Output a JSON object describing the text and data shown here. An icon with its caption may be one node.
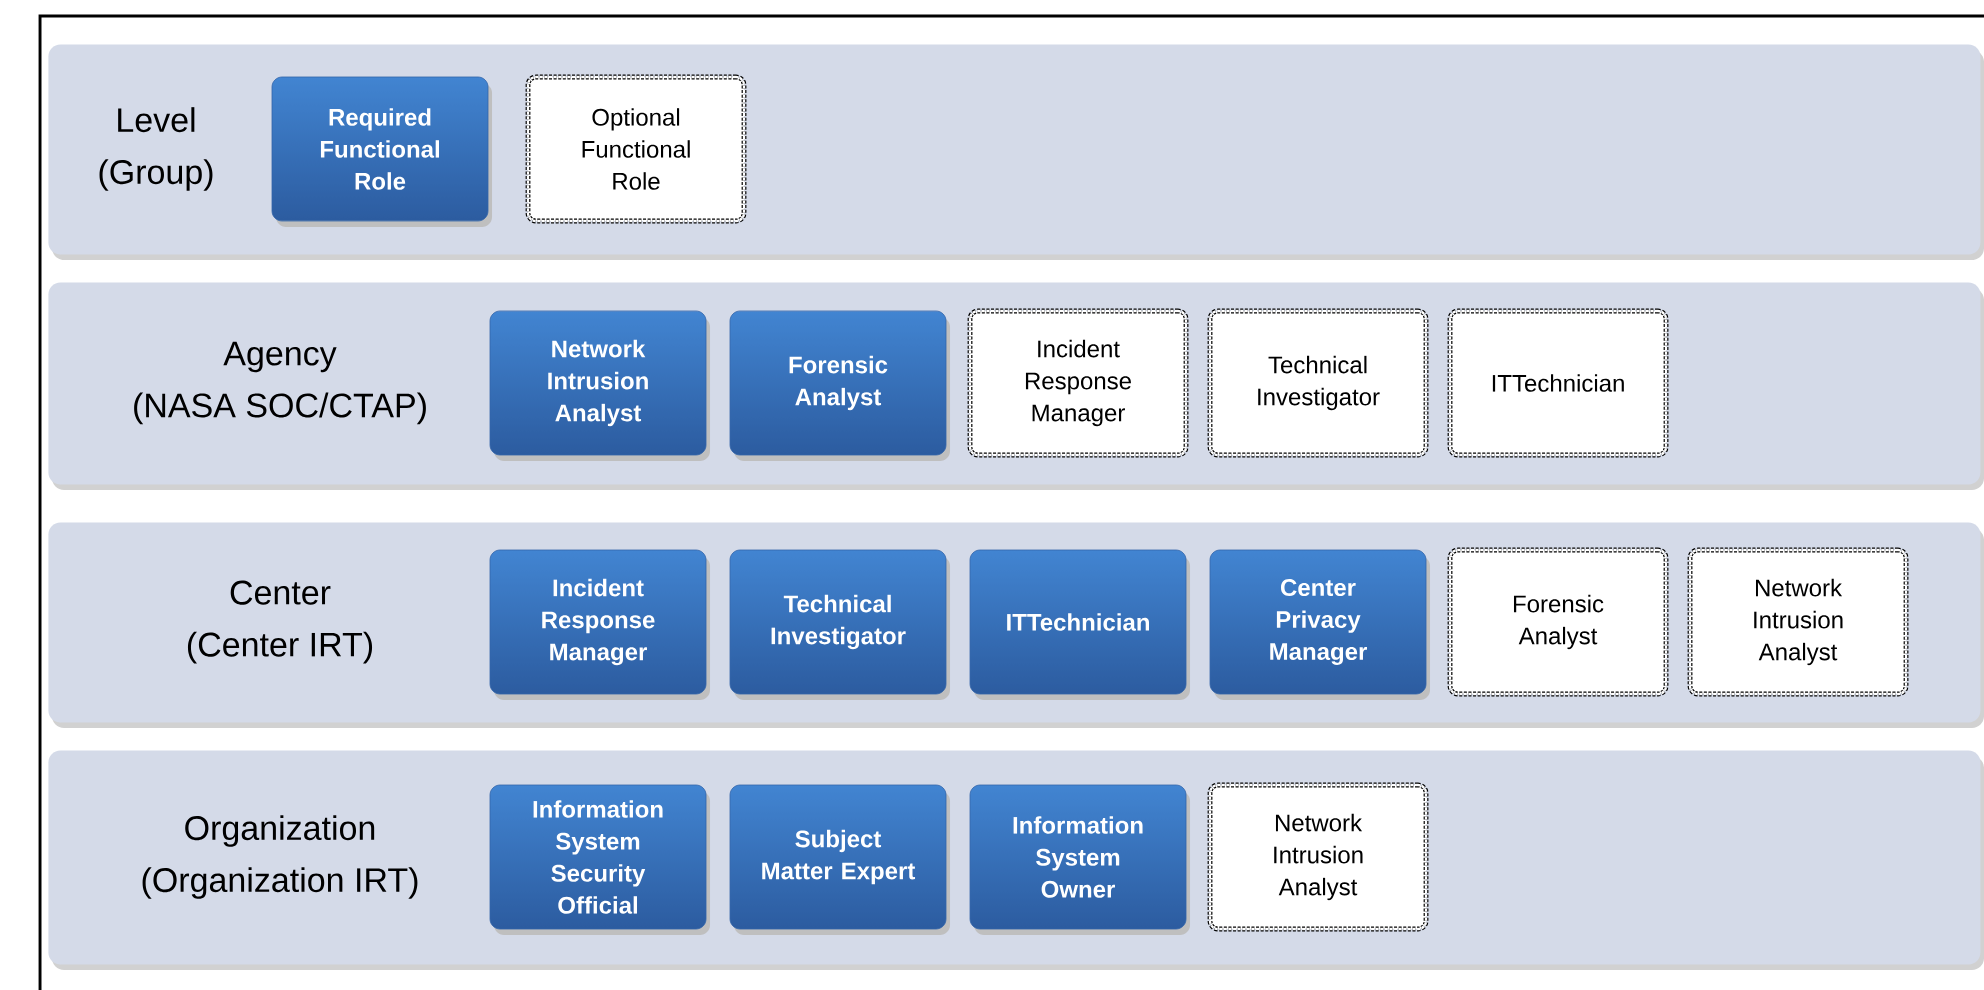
{
  "diagram": {
    "nodes": [
      {
        "text": [
          "Level",
          "(Group)"
        ]
      },
      {
        "text": [
          "Required Functional Role"
        ],
        "in": 0
      },
      {
        "text": [
          "Optional Functional Role"
        ],
        "in": 0
      },
      {
        "text": [
          "Agency",
          "(NASA SOC/CTAP)"
        ]
      },
      {
        "text": [
          "Network Intrusion Analyst"
        ],
        "in": 3
      },
      {
        "text": [
          "Forensic Analyst"
        ],
        "in": 3
      },
      {
        "text": [
          "Incident Response Manager"
        ],
        "in": 3
      },
      {
        "text": [
          "Technical Investigator"
        ],
        "in": 3
      },
      {
        "text": [
          "ITTechnician"
        ],
        "in": 3
      },
      {
        "text": [
          "Center",
          "(Center IRT)"
        ]
      },
      {
        "text": [
          "Incident Response Manager"
        ],
        "in": 9
      },
      {
        "text": [
          "Technical Investigator"
        ],
        "in": 9
      },
      {
        "text": [
          "ITTechnician"
        ],
        "in": 9
      },
      {
        "text": [
          "Center Privacy Manager"
        ],
        "in": 9
      },
      {
        "text": [
          "Forensic Analyst"
        ],
        "in": 9
      },
      {
        "text": [
          "Network Intrusion Analyst"
        ],
        "in": 9
      },
      {
        "text": [
          "Organization",
          "(Organization IRT)"
        ]
      },
      {
        "text": [
          "Information System Security Official"
        ],
        "in": 16
      },
      {
        "text": [
          "Subject Matter Expert"
        ],
        "in": 16
      },
      {
        "text": [
          "Information System Owner"
        ],
        "in": 16
      },
      {
        "text": [
          "Network Intrusion Analyst"
        ],
        "in": 16
      }
    ]
  }
}
